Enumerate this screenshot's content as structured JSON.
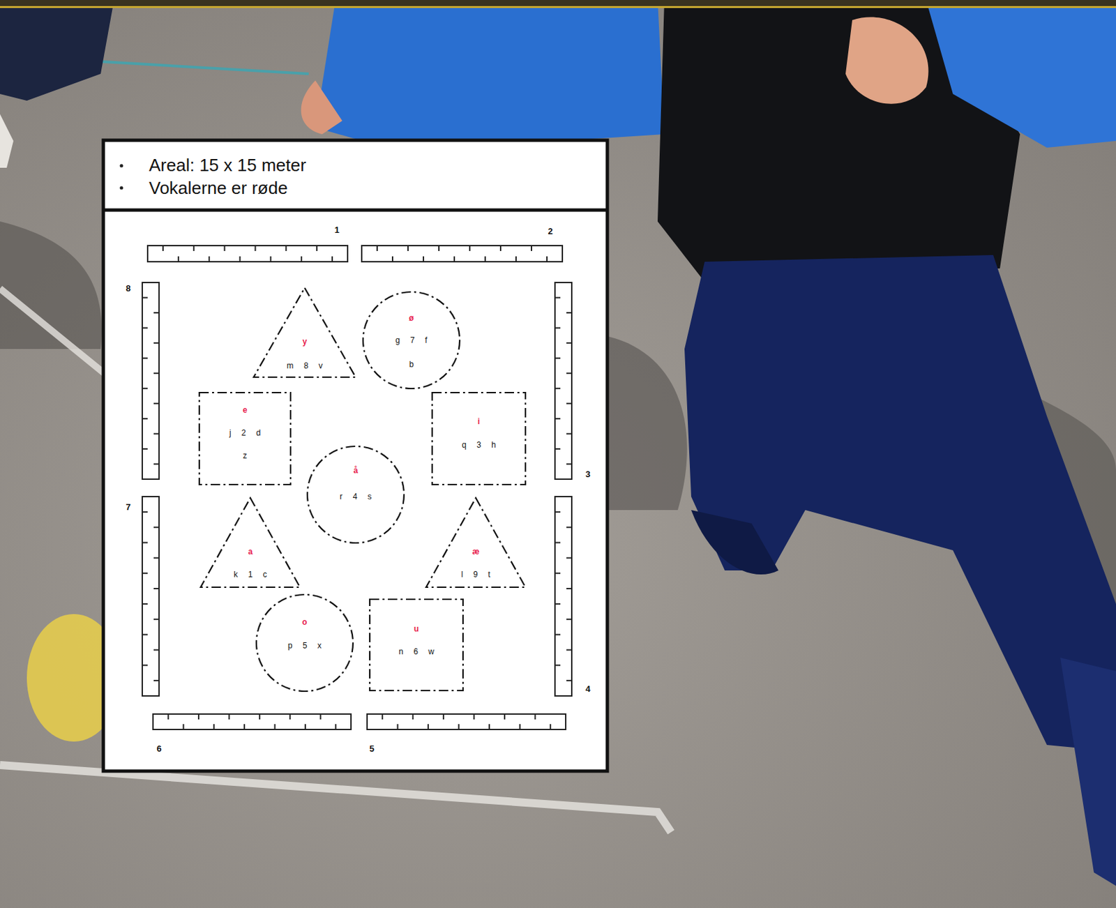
{
  "diagram": {
    "nodes": [
      {
        "text": [
          "y",
          "m 8 v"
        ]
      },
      {
        "text": [
          "ø",
          "g 7 f",
          "b"
        ]
      },
      {
        "text": [
          "e",
          "j 2 d",
          "z"
        ]
      },
      {
        "text": [
          "i",
          "q 3 h"
        ]
      },
      {
        "text": [
          "å",
          "r 4 s"
        ]
      },
      {
        "text": [
          "a",
          "k 1 c"
        ]
      },
      {
        "text": [
          "æ",
          "l 9 t"
        ]
      },
      {
        "text": [
          "o",
          "p 5 x"
        ]
      },
      {
        "text": [
          "u",
          "n 6 w"
        ]
      }
    ],
    "labels": [
      "Areal: 15 x 15 meter",
      "Vokalerne er røde",
      "1",
      "2",
      "3",
      "4",
      "5",
      "6",
      "7",
      "8"
    ]
  }
}
